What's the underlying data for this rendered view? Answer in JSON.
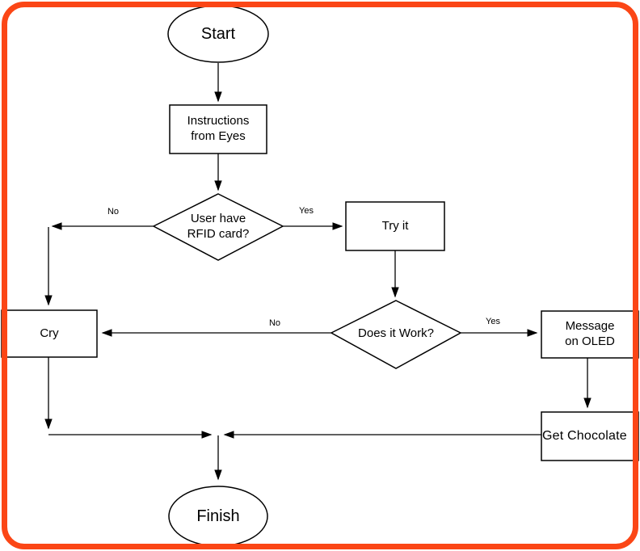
{
  "frame": {
    "border_color": "#FB4616",
    "background_color": "#FFFFFF"
  },
  "diagram": {
    "type": "flowchart",
    "stroke_color": "#000000",
    "node_fill_color": "#FFFFFF",
    "text_color": "#000000",
    "nodes": {
      "start": {
        "label": "Start",
        "shape": "ellipse"
      },
      "instructions": {
        "label": "Instructions from Eyes",
        "shape": "rectangle"
      },
      "rfid_check": {
        "label": "User have RFID card?",
        "shape": "diamond"
      },
      "try_it": {
        "label": "Try it",
        "shape": "rectangle"
      },
      "does_it_work": {
        "label": "Does it Work?",
        "shape": "diamond"
      },
      "cry": {
        "label": "Cry",
        "shape": "rectangle"
      },
      "message_on_oled": {
        "label": "Message on OLED",
        "shape": "rectangle"
      },
      "get_chocolate": {
        "label": "Get Chocolate",
        "shape": "rectangle"
      },
      "finish": {
        "label": "Finish",
        "shape": "ellipse"
      }
    },
    "edge_labels": {
      "rfid_no": "No",
      "rfid_yes": "Yes",
      "work_no": "No",
      "work_yes": "Yes"
    },
    "edges": [
      {
        "from": "start",
        "to": "instructions",
        "label": ""
      },
      {
        "from": "instructions",
        "to": "rfid_check",
        "label": ""
      },
      {
        "from": "rfid_check",
        "to": "try_it",
        "label": "Yes"
      },
      {
        "from": "rfid_check",
        "to": "cry",
        "label": "No"
      },
      {
        "from": "try_it",
        "to": "does_it_work",
        "label": ""
      },
      {
        "from": "does_it_work",
        "to": "message_on_oled",
        "label": "Yes"
      },
      {
        "from": "does_it_work",
        "to": "cry",
        "label": "No"
      },
      {
        "from": "message_on_oled",
        "to": "get_chocolate",
        "label": ""
      },
      {
        "from": "get_chocolate",
        "to": "finish",
        "label": ""
      },
      {
        "from": "cry",
        "to": "finish",
        "label": ""
      }
    ]
  }
}
